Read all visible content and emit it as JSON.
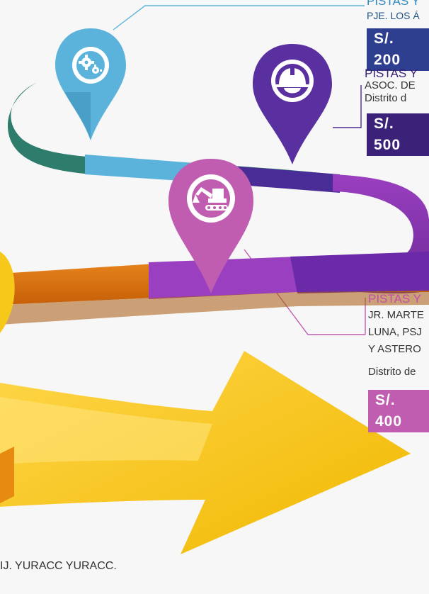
{
  "colors": {
    "background": "#f7f7f7",
    "teal": "#2e7d6e",
    "sky": "#5bb3dc",
    "indigo": "#4b2c93",
    "purple": "#7b34a8",
    "pink": "#c05db0",
    "orange": "#e07a12",
    "yellow": "#f6c81a",
    "sky_text": "#2d88c0",
    "indigo_text": "#3b2278",
    "pink_text": "#c04ea8"
  },
  "pins": [
    {
      "icon": "gears-icon",
      "color": "#5bb3dc"
    },
    {
      "icon": "hard-hat-icon",
      "color": "#5a2f9f"
    },
    {
      "icon": "excavator-icon",
      "color": "#c05db0"
    }
  ],
  "items": [
    {
      "title": "PISTAS Y",
      "address": "PJE. LOS Á",
      "price": "S/. 200"
    },
    {
      "title": "PISTAS Y",
      "line1": "ASOC. DE",
      "line2": "Distrito d",
      "price": "S/. 500"
    },
    {
      "title": "PISTAS Y",
      "line1": "JR. MARTE",
      "line2": "LUNA, PSJ",
      "line3": "Y ASTERO",
      "line4": "Distrito de",
      "price": "S/. 400"
    }
  ],
  "bottom_text": "IJ. YURACC YURACC."
}
